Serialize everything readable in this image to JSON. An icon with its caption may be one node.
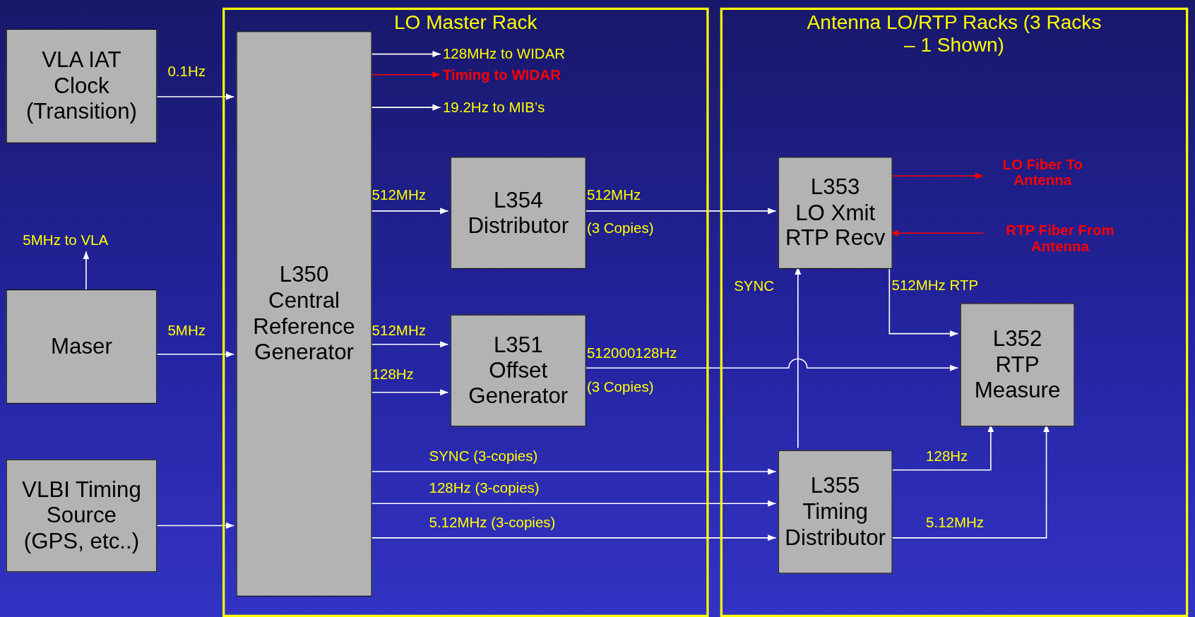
{
  "diagram": {
    "nodes": [
      {
        "text": [
          "LO Master Rack"
        ]
      },
      {
        "text": [
          "Antenna LO/RTP Racks (3 Racks – 1 Shown)"
        ]
      },
      {
        "text": [
          "VLA IAT Clock (Transition)"
        ]
      },
      {
        "text": [
          "Maser"
        ]
      },
      {
        "text": [
          "VLBI Timing Source (GPS, etc..)"
        ]
      },
      {
        "text": [
          "L350",
          "Central Reference Generator"
        ],
        "in": 0
      },
      {
        "text": [
          "L354",
          "Distributor"
        ],
        "in": 0
      },
      {
        "text": [
          "L351",
          "Offset Generator"
        ],
        "in": 0
      },
      {
        "text": [
          "L353",
          "LO Xmit RTP Recv"
        ],
        "in": 1
      },
      {
        "text": [
          "L352",
          "RTP Measure"
        ],
        "in": 1
      },
      {
        "text": [
          "L355",
          "Timing Distributor"
        ],
        "in": 1
      },
      {
        "text": [
          "128MHz to WIDAR"
        ],
        "in": 0
      },
      {
        "text": [
          "Timing to WIDAR"
        ],
        "in": 0
      },
      {
        "text": [
          "19.2Hz to MIB’s"
        ],
        "in": 0
      },
      {
        "text": [
          "LO Fiber To Antenna"
        ],
        "in": 1
      },
      {
        "text": [
          "RTP Fiber From  Antenna"
        ],
        "in": 1
      },
      {
        "text": [
          "5MHz to VLA"
        ]
      }
    ],
    "edges": [
      {
        "from": 2,
        "to": 5,
        "arrow": "to",
        "label": "0.1Hz"
      },
      {
        "from": 3,
        "to": 5,
        "arrow": "to",
        "label": "5MHz"
      },
      {
        "from": 4,
        "to": 5,
        "arrow": "to"
      },
      {
        "from": 5,
        "to": 11,
        "arrow": "to"
      },
      {
        "from": 5,
        "to": 12,
        "arrow": "to",
        "color": "#ff0000"
      },
      {
        "from": 5,
        "to": 13,
        "arrow": "to"
      },
      {
        "from": 5,
        "to": 6,
        "arrow": "to",
        "label": "512MHz"
      },
      {
        "from": 5,
        "to": 7,
        "arrow": "to",
        "label": "512MHz"
      },
      {
        "from": 5,
        "to": 7,
        "arrow": "to",
        "label": "128Hz"
      },
      {
        "from": 6,
        "to": 8,
        "arrow": "to",
        "label": "512MHz"
      },
      {
        "from": 7,
        "to": 9,
        "arrow": "to",
        "label": "512000128Hz"
      },
      {
        "from": 5,
        "to": 10,
        "arrow": "to",
        "label": "SYNC (3-copies)"
      },
      {
        "from": 5,
        "to": 10,
        "arrow": "to",
        "label": "128Hz (3-copies)"
      },
      {
        "from": 5,
        "to": 10,
        "arrow": "to",
        "label": "5.12MHz (3-copies)"
      },
      {
        "from": 10,
        "to": 8,
        "arrow": "to",
        "label": "SYNC"
      },
      {
        "from": 8,
        "to": 9,
        "arrow": "to",
        "label": "512MHz RTP"
      },
      {
        "from": 10,
        "to": 9,
        "arrow": "to",
        "label": "128Hz"
      },
      {
        "from": 10,
        "to": 9,
        "arrow": "to",
        "label": "5.12MHz"
      },
      {
        "from": 8,
        "to": 14,
        "arrow": "to",
        "color": "#ff0000"
      },
      {
        "from": 15,
        "to": 8,
        "arrow": "to",
        "color": "#ff0000"
      },
      {
        "from": 3,
        "to": 16,
        "arrow": "to"
      }
    ],
    "labels": [
      "(3 Copies)",
      "(3 Copies)"
    ]
  }
}
